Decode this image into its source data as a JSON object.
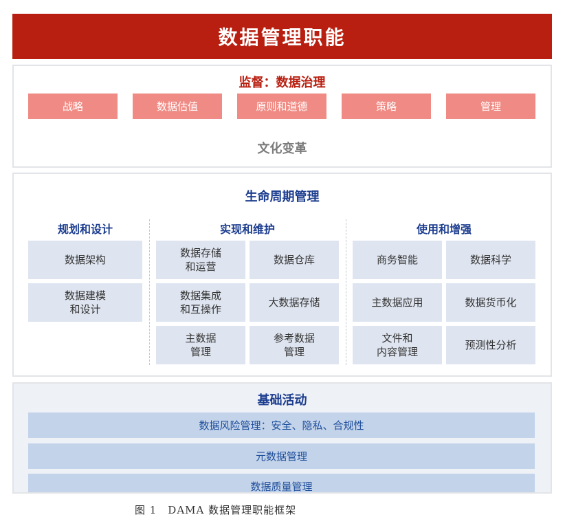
{
  "title": "数据管理职能",
  "governance": {
    "title": "监督：数据治理",
    "items": [
      "战略",
      "数据估值",
      "原则和道德",
      "策略",
      "管理"
    ],
    "culture": "文化变革"
  },
  "lifecycle": {
    "title": "生命周期管理",
    "plan": {
      "heading": "规划和设计",
      "cells": [
        "数据架构",
        "数据建模\n和设计"
      ]
    },
    "implement": {
      "heading": "实现和维护",
      "cells": [
        "数据存储\n和运营",
        "数据仓库",
        "数据集成\n和互操作",
        "大数据存储",
        "主数据\n管理",
        "参考数据\n管理"
      ]
    },
    "use": {
      "heading": "使用和增强",
      "cells": [
        "商务智能",
        "数据科学",
        "主数据应用",
        "数据货币化",
        "文件和\n内容管理",
        "预测性分析"
      ]
    }
  },
  "foundation": {
    "title": "基础活动",
    "items": [
      "数据风险管理：安全、隐私、合规性",
      "元数据管理",
      "数据质量管理"
    ]
  },
  "caption": "图 1　DAMA 数据管理职能框架",
  "colors": {
    "title_bar": "#b81f10",
    "governance_item": "#ef8b84",
    "lifecycle_cell": "#dfe5f0",
    "foundation_bar": "#c3d3ea",
    "heading_blue": "#1c3d8f"
  }
}
